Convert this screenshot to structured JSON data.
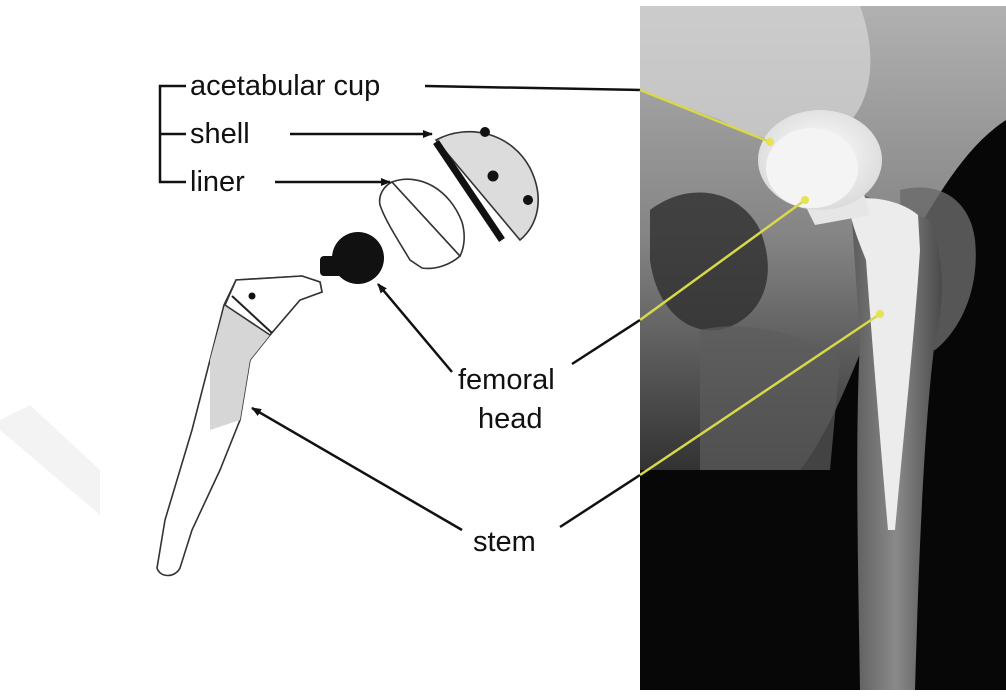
{
  "labels": {
    "acetabular_cup": "acetabular cup",
    "shell": "shell",
    "liner": "liner",
    "femoral_head_line1": "femoral",
    "femoral_head_line2": "head",
    "stem": "stem"
  },
  "colors": {
    "leader_dark": "#111111",
    "leader_xray": "#d8d84a",
    "xray_bg": "#0a0a0a",
    "implant": "#e9e9e9",
    "shell_fill": "#dcdcdc",
    "stem_fill": "#d6d6d6"
  }
}
